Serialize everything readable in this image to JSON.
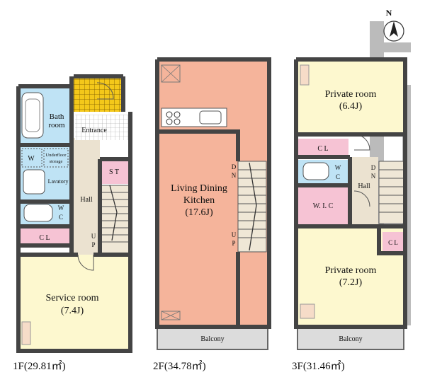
{
  "floors": [
    {
      "label": "1F(29.81㎡)"
    },
    {
      "label": "2F(34.78㎡)"
    },
    {
      "label": "3F(31.46㎡)"
    }
  ],
  "rooms_1f": {
    "bath": [
      "Bath",
      "room"
    ],
    "washer": "W",
    "underfloor": [
      "Underfloor",
      "storage"
    ],
    "lavatory": "Lavatory",
    "entrance": "Entrance",
    "st": "S T",
    "hall": "Hall",
    "wc": [
      "W",
      "C"
    ],
    "up": [
      "U",
      "P"
    ],
    "cl": "C L",
    "service": [
      "Service room",
      "(7.4J)"
    ]
  },
  "rooms_2f": {
    "ldk": [
      "Living Dining",
      "Kitchen",
      "(17.6J)"
    ],
    "dn": [
      "D",
      "N"
    ],
    "up": [
      "U",
      "P"
    ],
    "balcony": "Balcony"
  },
  "rooms_3f": {
    "private1": [
      "Private room",
      "(6.4J)"
    ],
    "cl1": "C L",
    "wc": [
      "W",
      "C"
    ],
    "dn": [
      "D",
      "N"
    ],
    "hall": "Hall",
    "wic": "W. I. C",
    "cl2": "C L",
    "private2": [
      "Private room",
      "(7.2J)"
    ],
    "balcony": "Balcony"
  },
  "compass": {
    "north": "N"
  },
  "colors": {
    "blue": "#bfe3f5",
    "pink": "#f6c3d4",
    "yellow": "#fdf8cf",
    "salmon": "#f5b49b",
    "tan": "#ebe2d0",
    "balcony": "#dcdcdc",
    "entrance_tile": "#f4c81a",
    "wall": "#444444"
  }
}
